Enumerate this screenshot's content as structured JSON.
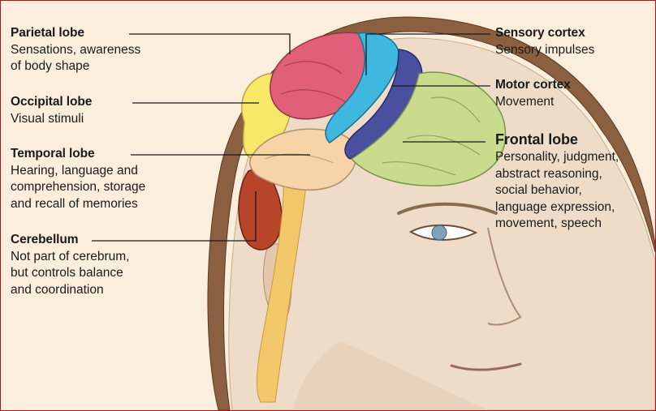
{
  "labels": {
    "parietal": {
      "title": "Parietal lobe",
      "desc": "Sensations, awareness\nof body shape"
    },
    "occipital": {
      "title": "Occipital lobe",
      "desc": "Visual stimuli"
    },
    "temporal": {
      "title": "Temporal lobe",
      "desc": "Hearing, language and\ncomprehension, storage\nand recall of memories"
    },
    "cerebellum": {
      "title": "Cerebellum",
      "desc": "Not part of cerebrum,\nbut controls balance\nand coordination"
    },
    "sensory": {
      "title": "Sensory cortex",
      "desc": "Sensory impulses"
    },
    "motor": {
      "title": "Motor cortex",
      "desc": "Movement"
    },
    "frontal": {
      "title": "Frontal lobe",
      "desc": "Personality, judgment,\nabstract reasoning,\nsocial behavior,\nlanguage expression,\nmovement, speech"
    }
  },
  "colors": {
    "parietal": "#e0607a",
    "occipital": "#f7e86a",
    "temporal": "#f6d4a8",
    "cerebellum": "#b8442a",
    "sensory": "#3fb8e0",
    "motor": "#4a4fa0",
    "frontal": "#c9dc8e",
    "brainstem": "#f3c86a",
    "skin": "#eedcc8",
    "hair": "#8a6040",
    "border": "#b5121b"
  }
}
